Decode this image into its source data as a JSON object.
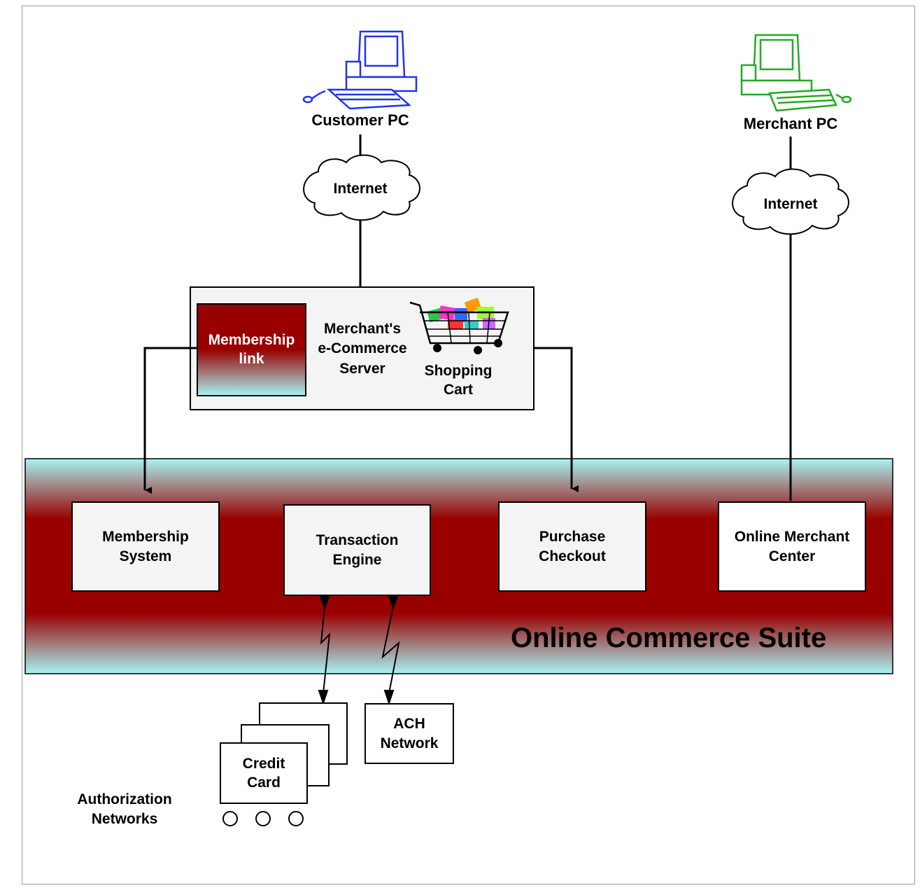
{
  "customer_pc": {
    "label": "Customer  PC",
    "color": "#2233ee"
  },
  "merchant_pc": {
    "label": "Merchant PC",
    "color": "#22aa22"
  },
  "internet_left": {
    "label": "Internet"
  },
  "internet_right": {
    "label": "Internet"
  },
  "server": {
    "membership_link": "Membership\nlink",
    "title": "Merchant's\ne-Commerce\nServer",
    "cart_label": "Shopping\nCart"
  },
  "suite": {
    "title": "Online Commerce Suite",
    "band_color": "#990000",
    "edge_color": "#a8f4f4",
    "modules": [
      {
        "label": "Membership\nSystem"
      },
      {
        "label": "Transaction\nEngine"
      },
      {
        "label": "Purchase\nCheckout"
      },
      {
        "label": "Online Merchant\nCenter"
      }
    ]
  },
  "networks": {
    "credit_card": "Credit\nCard",
    "ach": "ACH\nNetwork",
    "caption": "Authorization\nNetworks"
  }
}
